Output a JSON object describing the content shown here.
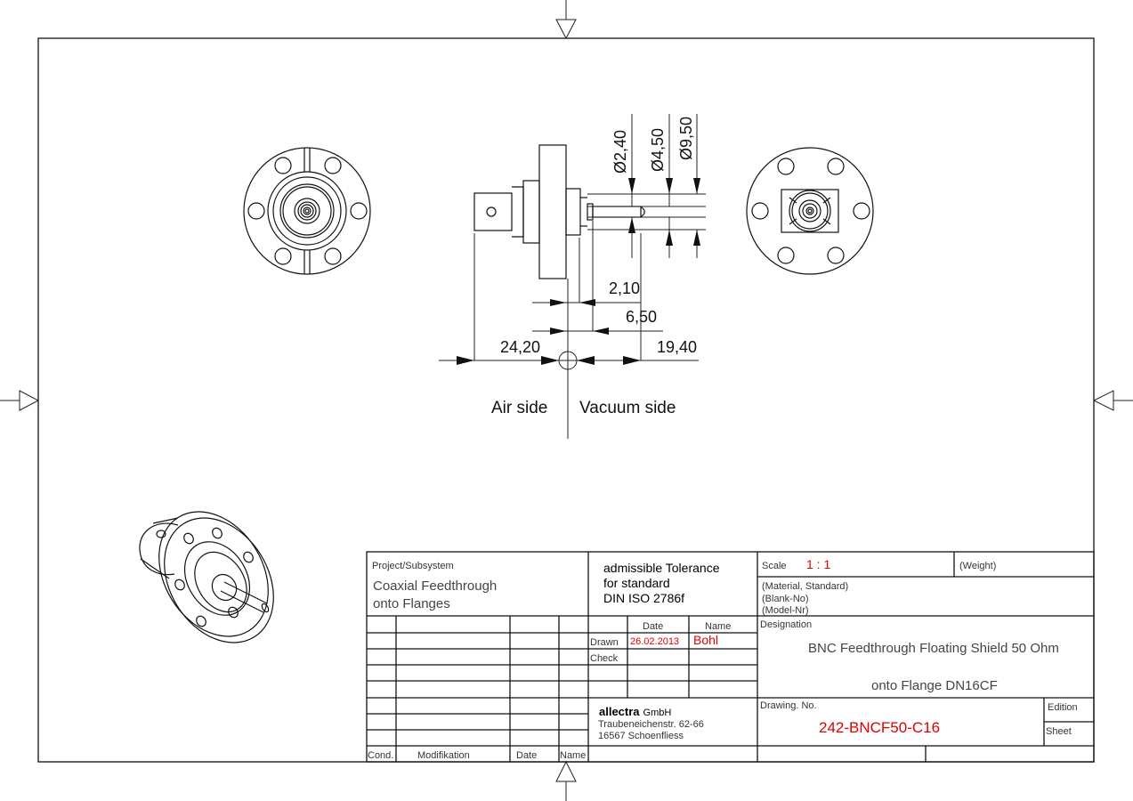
{
  "drawing": {
    "dimensions": {
      "d1": "Ø2,40",
      "d2": "Ø4,50",
      "d3": "Ø9,50",
      "len1": "2,10",
      "len2": "6,50",
      "len_air": "24,20",
      "len_vac": "19,40"
    },
    "labels": {
      "air_side": "Air side",
      "vacuum_side": "Vacuum side"
    }
  },
  "title_block": {
    "project_label": "Project/Subsystem",
    "project_line1": "Coaxial Feedthrough",
    "project_line2": "onto Flanges",
    "tolerance_line1": "admissible Tolerance",
    "tolerance_line2": "for standard",
    "tolerance_line3": "DIN ISO 2786f",
    "scale_label": "Scale",
    "scale_value": "1 : 1",
    "weight_label": "(Weight)",
    "material_label": "(Material, Standard)",
    "blank_label": "(Blank-No)",
    "model_label": "(Model-Nr)",
    "designation_label": "Designation",
    "designation_line1": "BNC Feedthrough Floating Shield 50 Ohm",
    "designation_line2": "onto Flange DN16CF",
    "date_header": "Date",
    "name_header": "Name",
    "drawn_label": "Drawn",
    "drawn_date": "26.02.2013",
    "drawn_name": "Bohl",
    "check_label": "Check",
    "company_logo": "allectra",
    "company_suffix": "GmbH",
    "company_street": "Traubeneichenstr. 62-66",
    "company_city": "16567 Schoenfliess",
    "drawing_no_label": "Drawing. No.",
    "drawing_no": "242-BNCF50-C16",
    "edition_label": "Edition",
    "sheet_label": "Sheet",
    "cond_label": "Cond.",
    "modifikation_label": "Modifikation",
    "bottom_date_label": "Date",
    "bottom_name_label": "Name"
  },
  "colors": {
    "line": "#111111",
    "accent_red": "#e00000"
  }
}
